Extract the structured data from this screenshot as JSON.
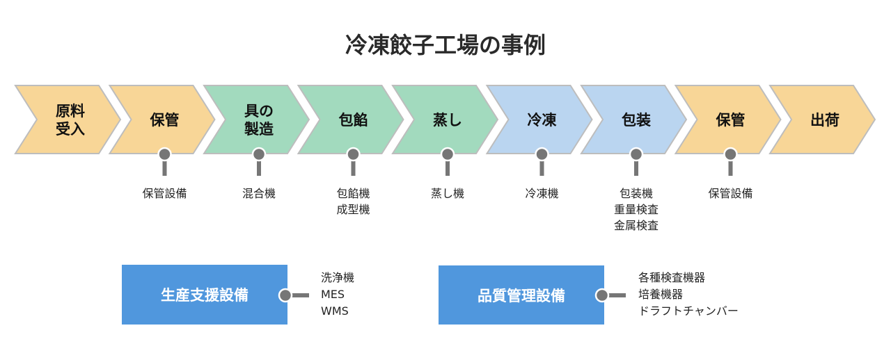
{
  "title": "冷凍餃子工場の事例",
  "colors": {
    "storage": "#f8d697",
    "processing": "#a2dabe",
    "cooling_packing": "#bad5f0",
    "border": "#bdbdbd",
    "pin": "#767676",
    "support_box": "#5097dd"
  },
  "steps": [
    {
      "label": "原料\n受入",
      "group": "storage",
      "equipment": null
    },
    {
      "label": "保管",
      "group": "storage",
      "equipment": "保管設備"
    },
    {
      "label": "具の\n製造",
      "group": "processing",
      "equipment": "混合機"
    },
    {
      "label": "包餡",
      "group": "processing",
      "equipment": "包餡機\n成型機"
    },
    {
      "label": "蒸し",
      "group": "processing",
      "equipment": "蒸し機"
    },
    {
      "label": "冷凍",
      "group": "cooling_packing",
      "equipment": "冷凍機"
    },
    {
      "label": "包装",
      "group": "cooling_packing",
      "equipment": "包装機\n重量検査\n金属検査"
    },
    {
      "label": "保管",
      "group": "storage",
      "equipment": "保管設備"
    },
    {
      "label": "出荷",
      "group": "storage",
      "equipment": null
    }
  ],
  "support": [
    {
      "label": "生産支援設備",
      "items": "洗浄機\nMES\nWMS"
    },
    {
      "label": "品質管理設備",
      "items": "各種検査機器\n培養機器\nドラフトチャンバー"
    }
  ]
}
